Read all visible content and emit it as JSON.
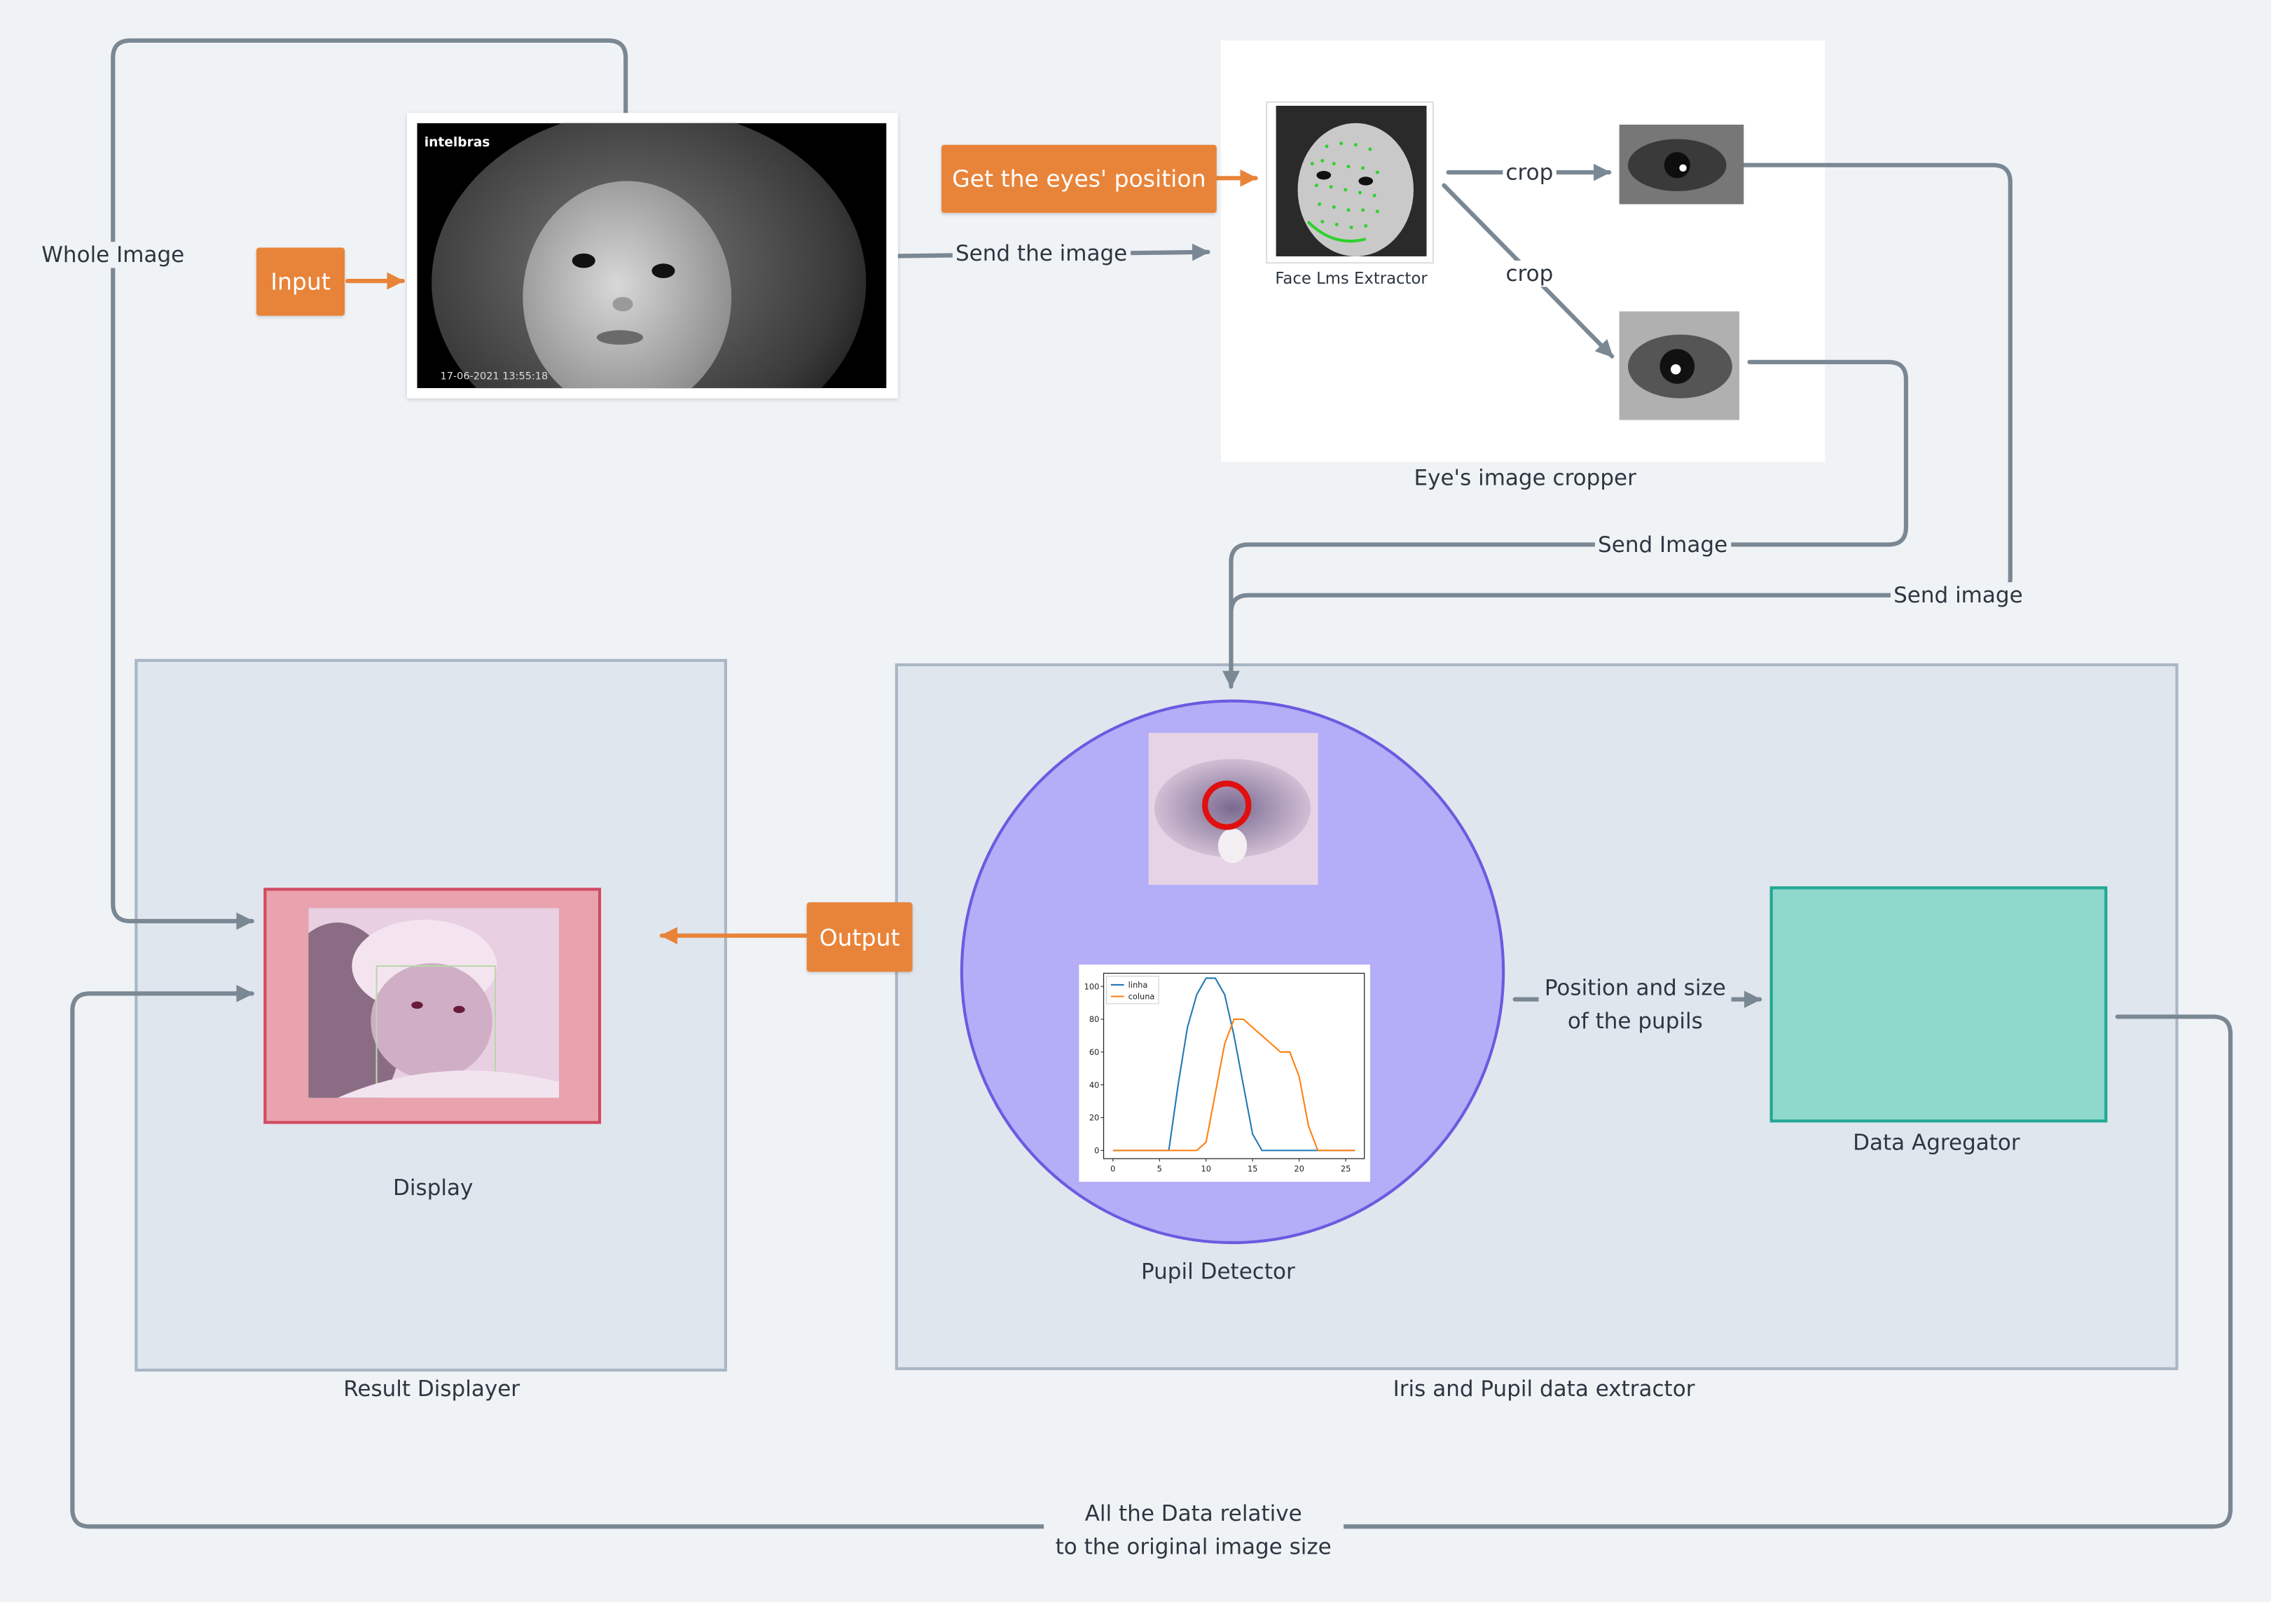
{
  "input_image": {
    "brand": "intelbras",
    "timestamp": "17-06-2021 13:55:18"
  },
  "labels": {
    "whole_image": "Whole Image",
    "input": "Input",
    "get_eyes": "Get the eyes' position",
    "send_the_image": "Send the image",
    "crop_1": "crop",
    "crop_2": "crop",
    "face_lms": "Face Lms Extractor",
    "eye_cropper": "Eye's image cropper",
    "send_image_1": "Send Image",
    "send_image_2": "Send image",
    "output": "Output",
    "display": "Display",
    "result_displayer": "Result Displayer",
    "pupil_detector": "Pupil Detector",
    "position_size": [
      "Position and size",
      "of the pupils"
    ],
    "data_agregator": "Data Agregator",
    "iris_extractor": "Iris and Pupil data extractor",
    "all_data": [
      "All the Data relative",
      "to the original image size"
    ]
  },
  "colors": {
    "orange": "#e8843a",
    "arrow": "#7a8894",
    "panel": "#e0e6ee",
    "circle": "#b4adf8",
    "circle_border": "#6a5be0",
    "display_bg": "#e9a3ae",
    "display_border": "#d14a60",
    "agregator_bg": "#8ed8cc",
    "agregator_border": "#20a893"
  },
  "chart_data": {
    "type": "line",
    "x": [
      0,
      1,
      2,
      3,
      4,
      5,
      6,
      7,
      8,
      9,
      10,
      11,
      12,
      13,
      14,
      15,
      16,
      17,
      18,
      19,
      20,
      21,
      22,
      23,
      24,
      25,
      26
    ],
    "xticks": [
      "0",
      "5",
      "10",
      "15",
      "20",
      "25"
    ],
    "yticks": [
      "0",
      "20",
      "40",
      "60",
      "80",
      "100"
    ],
    "ylim": [
      0,
      105
    ],
    "legend_position": "top-left",
    "series": [
      {
        "name": "linha",
        "color": "#1f77b4",
        "values": [
          0,
          0,
          0,
          0,
          0,
          0,
          0,
          40,
          75,
          95,
          105,
          105,
          95,
          70,
          40,
          10,
          0,
          0,
          0,
          0,
          0,
          0,
          0,
          0,
          0,
          0,
          0
        ]
      },
      {
        "name": "coluna",
        "color": "#ff7f0e",
        "values": [
          0,
          0,
          0,
          0,
          0,
          0,
          0,
          0,
          0,
          0,
          5,
          35,
          65,
          80,
          80,
          75,
          70,
          65,
          60,
          60,
          45,
          15,
          0,
          0,
          0,
          0,
          0
        ]
      }
    ]
  }
}
